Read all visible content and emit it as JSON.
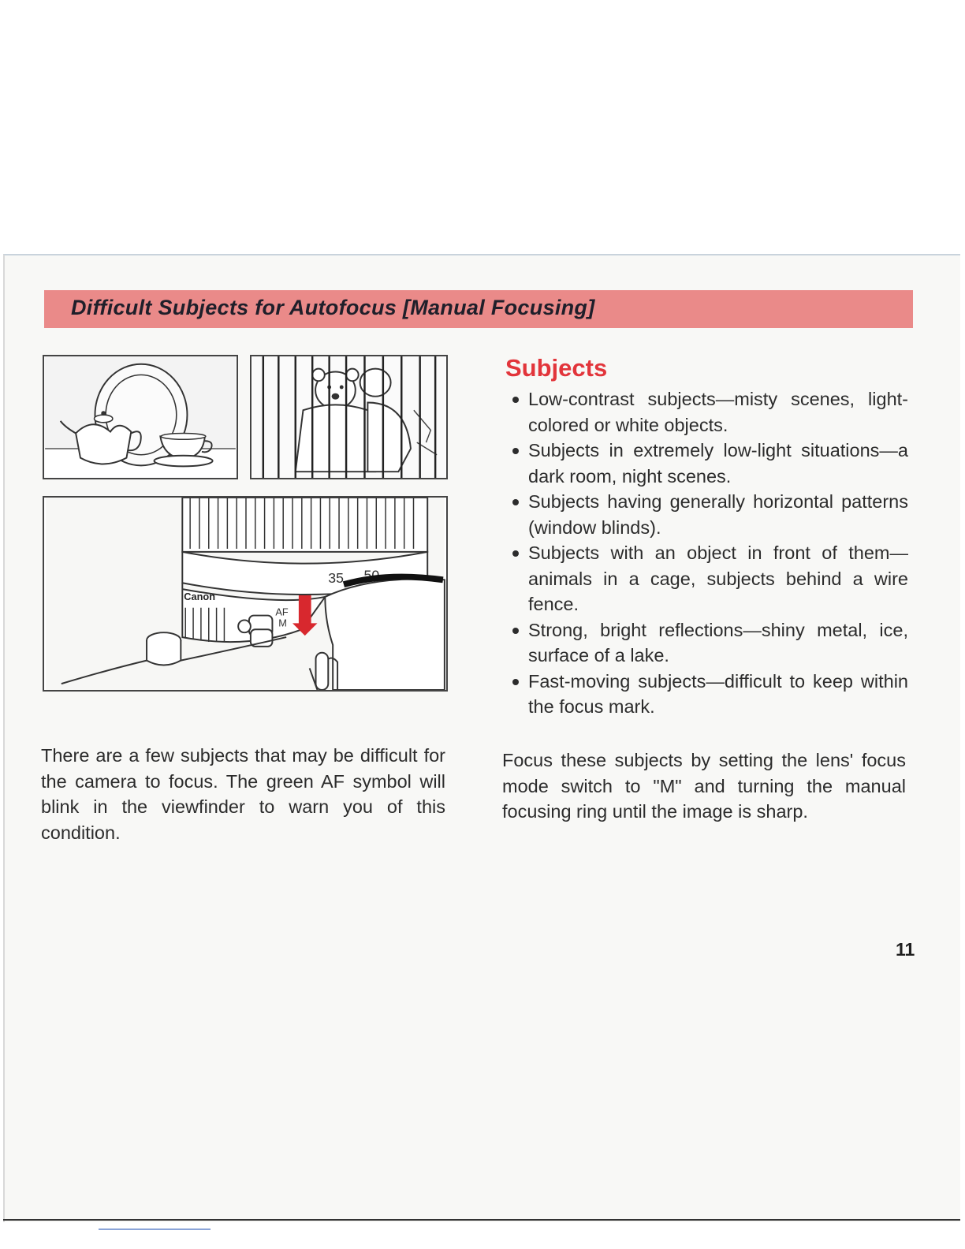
{
  "title": "Difficult Subjects for Autofocus [Manual Focusing]",
  "figure_lens": {
    "scale_label_35": "35",
    "scale_label_50": "50",
    "switch_af": "AF",
    "switch_m": "M",
    "brand": "Canon"
  },
  "subjects": {
    "heading": "Subjects",
    "items": [
      "Low-contrast subjects—misty scenes, light-colored or white objects.",
      "Subjects in extremely low-light situations—a dark room, night scenes.",
      "Subjects having generally horizontal patterns (window blinds).",
      "Subjects with an object in front of them—animals in a cage, subjects behind a wire fence.",
      "Strong, bright reflections—shiny metal, ice, surface of a lake.",
      "Fast-moving subjects—difficult to keep within the focus mark."
    ]
  },
  "intro_paragraph": "There are a few subjects that may be difficult for the camera to focus. The green AF symbol will blink in the viewfinder to warn you of this condition.",
  "focus_paragraph": "Focus these subjects by setting the lens' focus mode switch to \"M\" and turning the manual focusing ring until the image is sharp.",
  "page_number": "11",
  "colors": {
    "banner": "#ea8a89",
    "heading": "#e2353b",
    "arrow": "#d8282e"
  }
}
